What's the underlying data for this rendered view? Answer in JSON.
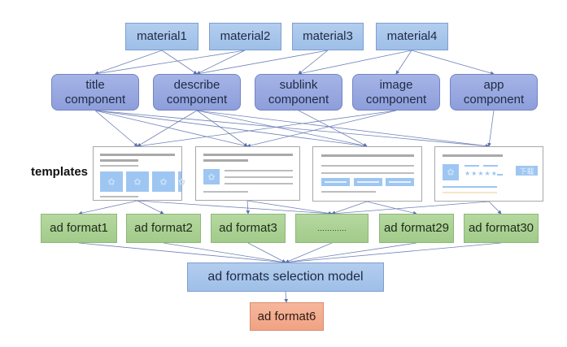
{
  "materials": [
    {
      "label": "material1"
    },
    {
      "label": "material2"
    },
    {
      "label": "material3"
    },
    {
      "label": "material4"
    }
  ],
  "components": [
    {
      "line1": "title",
      "line2": "component"
    },
    {
      "line1": "describe",
      "line2": "component"
    },
    {
      "line1": "sublink",
      "line2": "component"
    },
    {
      "line1": "image",
      "line2": "component"
    },
    {
      "line1": "app",
      "line2": "component"
    }
  ],
  "templates_label": "templates",
  "templates": [
    {
      "type": "image-row"
    },
    {
      "type": "image-text"
    },
    {
      "type": "sublinks"
    },
    {
      "type": "app-download",
      "button_label": "下载",
      "rating": "★★★★★"
    }
  ],
  "ad_formats": [
    {
      "label": "ad format1"
    },
    {
      "label": "ad format2"
    },
    {
      "label": "ad format3"
    },
    {
      "label": "…………"
    },
    {
      "label": "ad format29"
    },
    {
      "label": "ad format30"
    }
  ],
  "selection_model": {
    "label": "ad formats selection model"
  },
  "result": {
    "label": "ad format6"
  },
  "edges": {
    "material_to_component": [
      [
        0,
        0
      ],
      [
        0,
        1
      ],
      [
        1,
        0
      ],
      [
        1,
        1
      ],
      [
        2,
        1
      ],
      [
        2,
        2
      ],
      [
        3,
        2
      ],
      [
        3,
        3
      ],
      [
        3,
        4
      ]
    ],
    "component_to_template": [
      [
        0,
        0
      ],
      [
        0,
        1
      ],
      [
        0,
        2
      ],
      [
        0,
        3
      ],
      [
        1,
        0
      ],
      [
        1,
        1
      ],
      [
        1,
        2
      ],
      [
        1,
        3
      ],
      [
        2,
        2
      ],
      [
        3,
        0
      ],
      [
        3,
        1
      ],
      [
        4,
        3
      ]
    ],
    "template_to_adformat": [
      [
        0,
        0
      ],
      [
        0,
        1
      ],
      [
        0,
        3
      ],
      [
        1,
        2
      ],
      [
        1,
        3
      ],
      [
        2,
        3
      ],
      [
        2,
        4
      ],
      [
        3,
        3
      ],
      [
        3,
        5
      ]
    ],
    "adformat_to_model": [
      0,
      1,
      2,
      3,
      4,
      5
    ]
  },
  "colors": {
    "edge": "#6f82b8",
    "material": "#a8c6ec",
    "component": "#99a9e0",
    "ad_format": "#acd295",
    "model": "#a8c6ec",
    "result": "#f4ac8f"
  }
}
